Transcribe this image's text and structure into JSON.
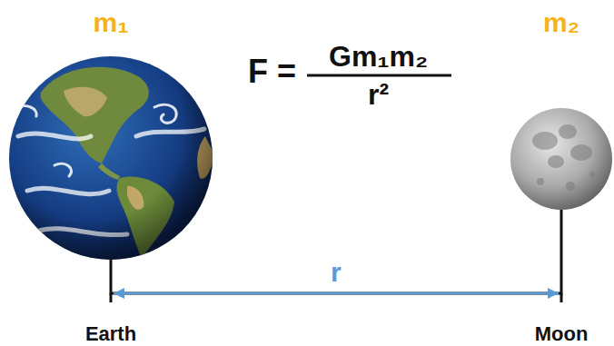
{
  "diagram": {
    "nodes": [
      {
        "text": [
          "m₁",
          "Earth"
        ]
      },
      {
        "text": [
          "m₂",
          "Moon"
        ]
      }
    ],
    "edges": [
      {
        "from": 0,
        "to": 1,
        "label": "r",
        "arrow": "both"
      }
    ],
    "labels": [
      "F =",
      "Gm₁m₂",
      "r²"
    ]
  }
}
